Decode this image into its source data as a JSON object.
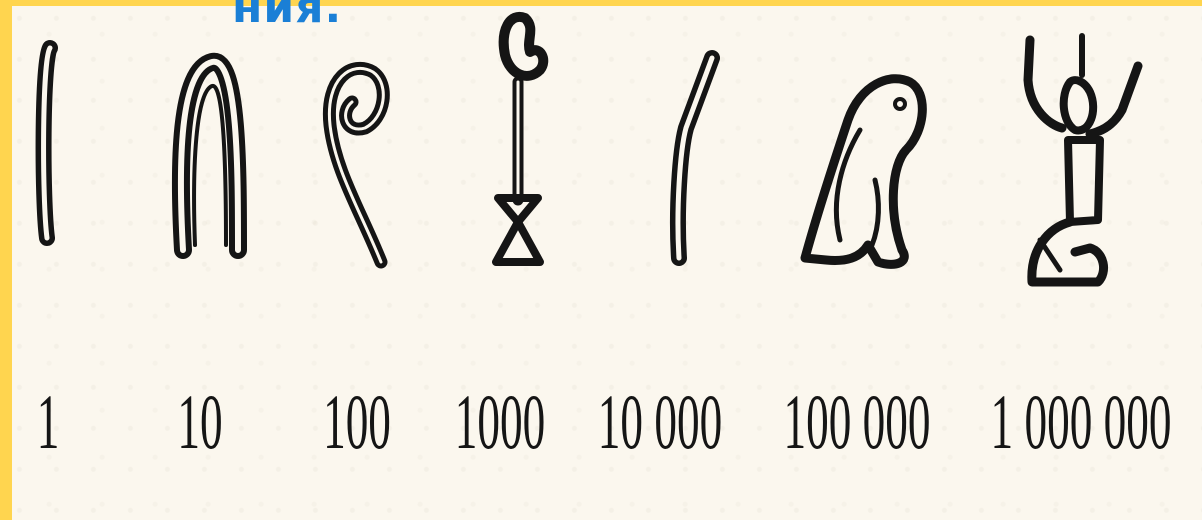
{
  "slide": {
    "heading_fragment": "ния."
  },
  "numerals": [
    {
      "glyph": "stroke-icon",
      "value": "1"
    },
    {
      "glyph": "heel-bone-icon",
      "value": "10"
    },
    {
      "glyph": "coil-of-rope-icon",
      "value": "100"
    },
    {
      "glyph": "lotus-flower-icon",
      "value": "1000"
    },
    {
      "glyph": "bent-finger-icon",
      "value": "10 000"
    },
    {
      "glyph": "frog-icon",
      "value": "100 000"
    },
    {
      "glyph": "kneeling-god-heh-icon",
      "value": "1 000 000"
    }
  ],
  "colors": {
    "frame": "#ffd54f",
    "paper": "#fbf7ee",
    "heading": "#1a7fd6",
    "ink": "#151515"
  }
}
